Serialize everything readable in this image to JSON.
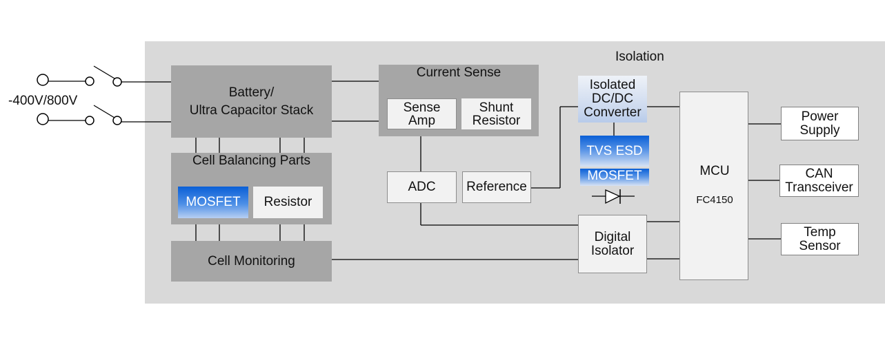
{
  "diagram": {
    "isolation_label": "Isolation",
    "voltage_label": "-400V/800V",
    "battery_label_1": "Battery/",
    "battery_label_2": "Ultra Capacitor Stack",
    "cell_balancing_label": "Cell Balancing Parts",
    "cb_mosfet_label": "MOSFET",
    "cb_resistor_label": "Resistor",
    "cell_monitoring_label": "Cell Monitoring",
    "current_sense_label": "Current Sense",
    "sense_amp_label_1": "Sense",
    "sense_amp_label_2": "Amp",
    "shunt_label_1": "Shunt",
    "shunt_label_2": "Resistor",
    "adc_label": "ADC",
    "reference_label": "Reference",
    "isolated_dcdc_label_1": "Isolated",
    "isolated_dcdc_label_2": "DC/DC",
    "isolated_dcdc_label_3": "Converter",
    "tvs_esd_label": "TVS ESD",
    "mosfet2_label": "MOSFET",
    "digital_isolator_label_1": "Digital",
    "digital_isolator_label_2": "Isolator",
    "mcu_label": "MCU",
    "mcu_part_label": "FC4150",
    "power_supply_label_1": "Power",
    "power_supply_label_2": "Supply",
    "can_label_1": "CAN",
    "can_label_2": "Transceiver",
    "temp_label_1": "Temp",
    "temp_label_2": "Sensor"
  },
  "colors": {
    "panel": "#d9d9d9",
    "dark_block": "#a6a6a6",
    "light_block": "#f2f2f2",
    "mosfet_blue": "#0a5fd6"
  }
}
